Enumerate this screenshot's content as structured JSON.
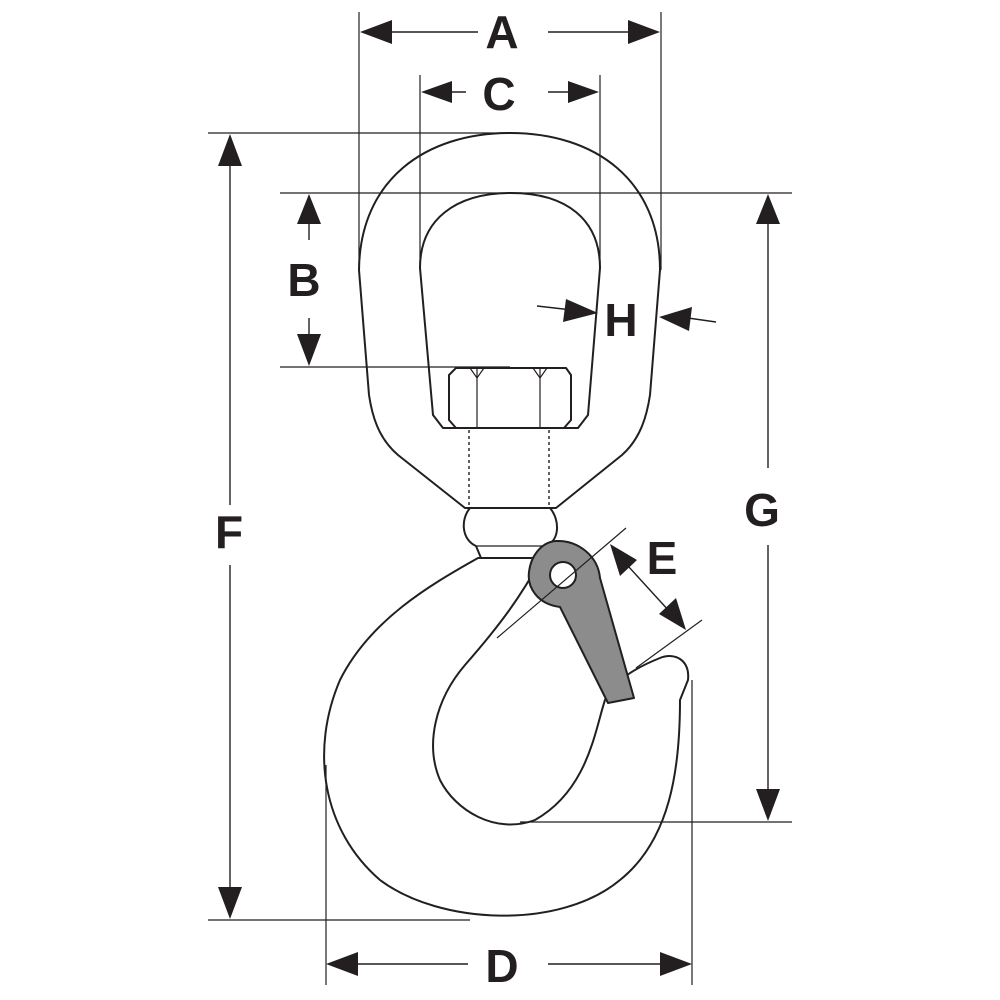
{
  "diagram": {
    "dimension_labels": {
      "A": "A",
      "B": "B",
      "C": "C",
      "D": "D",
      "E": "E",
      "F": "F",
      "G": "G",
      "H": "H"
    },
    "colors": {
      "line": "#231f20",
      "latch": "#8c8c8c",
      "background": "#ffffff"
    }
  }
}
